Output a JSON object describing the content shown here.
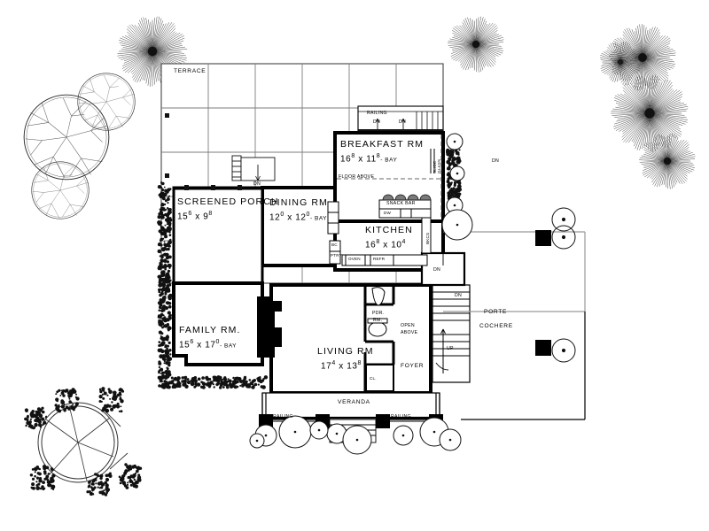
{
  "drawing": {
    "type": "residential-floor-plan",
    "level": "main-floor",
    "ink_color": "#000000",
    "paper_color": "#ffffff"
  },
  "rooms": [
    {
      "id": "terrace",
      "name": "TERRACE",
      "dim": "",
      "note": ""
    },
    {
      "id": "breakfast",
      "name": "BREAKFAST RM",
      "dim_a": "16",
      "dim_a_sup": "8",
      "dim_b": "11",
      "dim_b_sup": "8",
      "bay": "- BAY"
    },
    {
      "id": "dining",
      "name": "DINING RM",
      "dim_a": "12",
      "dim_a_sup": "0",
      "dim_b": "12",
      "dim_b_sup": "0",
      "bay": "- BAY"
    },
    {
      "id": "screened_porch",
      "name": "SCREENED  PORCH",
      "dim_a": "15",
      "dim_a_sup": "6",
      "dim_b": "9",
      "dim_b_sup": "8",
      "bay": ""
    },
    {
      "id": "kitchen",
      "name": "KITCHEN",
      "dim_a": "16",
      "dim_a_sup": "8",
      "dim_b": "10",
      "dim_b_sup": "4",
      "bay": ""
    },
    {
      "id": "family",
      "name": "FAMILY  RM.",
      "dim_a": "15",
      "dim_a_sup": "6",
      "dim_b": "17",
      "dim_b_sup": "0",
      "bay": "- BAY"
    },
    {
      "id": "living",
      "name": "LIVING  RM",
      "dim_a": "17",
      "dim_a_sup": "4",
      "dim_b": "13",
      "dim_b_sup": "8",
      "bay": ""
    }
  ],
  "area_labels": {
    "terrace": "TERRACE",
    "veranda": "VERANDA",
    "porte_cochere_line1": "PORTE",
    "porte_cochere_line2": "COCHERE",
    "foyer": "FOYER",
    "powder_line1": "PDR.",
    "powder_line2": "RM.",
    "open_above_line1": "OPEN",
    "open_above_line2": "ABOVE",
    "floor_above": "FLOOR  ABOVE",
    "snack_bar": "SNACK  BAR"
  },
  "annotations": {
    "railing": "RAILING",
    "down": "DN",
    "up": "UP",
    "closet": "CL.",
    "pantry": "PTRY",
    "bc": "BC",
    "oven": "OVEN",
    "refrigerator": "REFR",
    "dishwasher": "DW",
    "slide_line1": "SLIDE",
    "slide_line2": "GLASS",
    "bookcase": "BKCS"
  },
  "railing_labels": [
    {
      "id": "deck-railing",
      "text": "RAILING"
    },
    {
      "id": "veranda-railing-l",
      "text": "RAILING"
    },
    {
      "id": "veranda-railing-r",
      "text": "RAILING"
    }
  ],
  "down_labels": [
    {
      "id": "dn-deck-left",
      "text": "DN"
    },
    {
      "id": "dn-deck-right",
      "text": "DN"
    },
    {
      "id": "dn-terrace",
      "text": "DN"
    },
    {
      "id": "dn-kitchen",
      "text": "DN"
    },
    {
      "id": "dn-porte",
      "text": "DN"
    },
    {
      "id": "dn-service",
      "text": "DN"
    }
  ],
  "landscape": {
    "deciduous_trees": 3,
    "evergreen_trees": 6,
    "shrub_beds": 5,
    "driveway_circle": 1,
    "veranda_bushes": 9
  }
}
